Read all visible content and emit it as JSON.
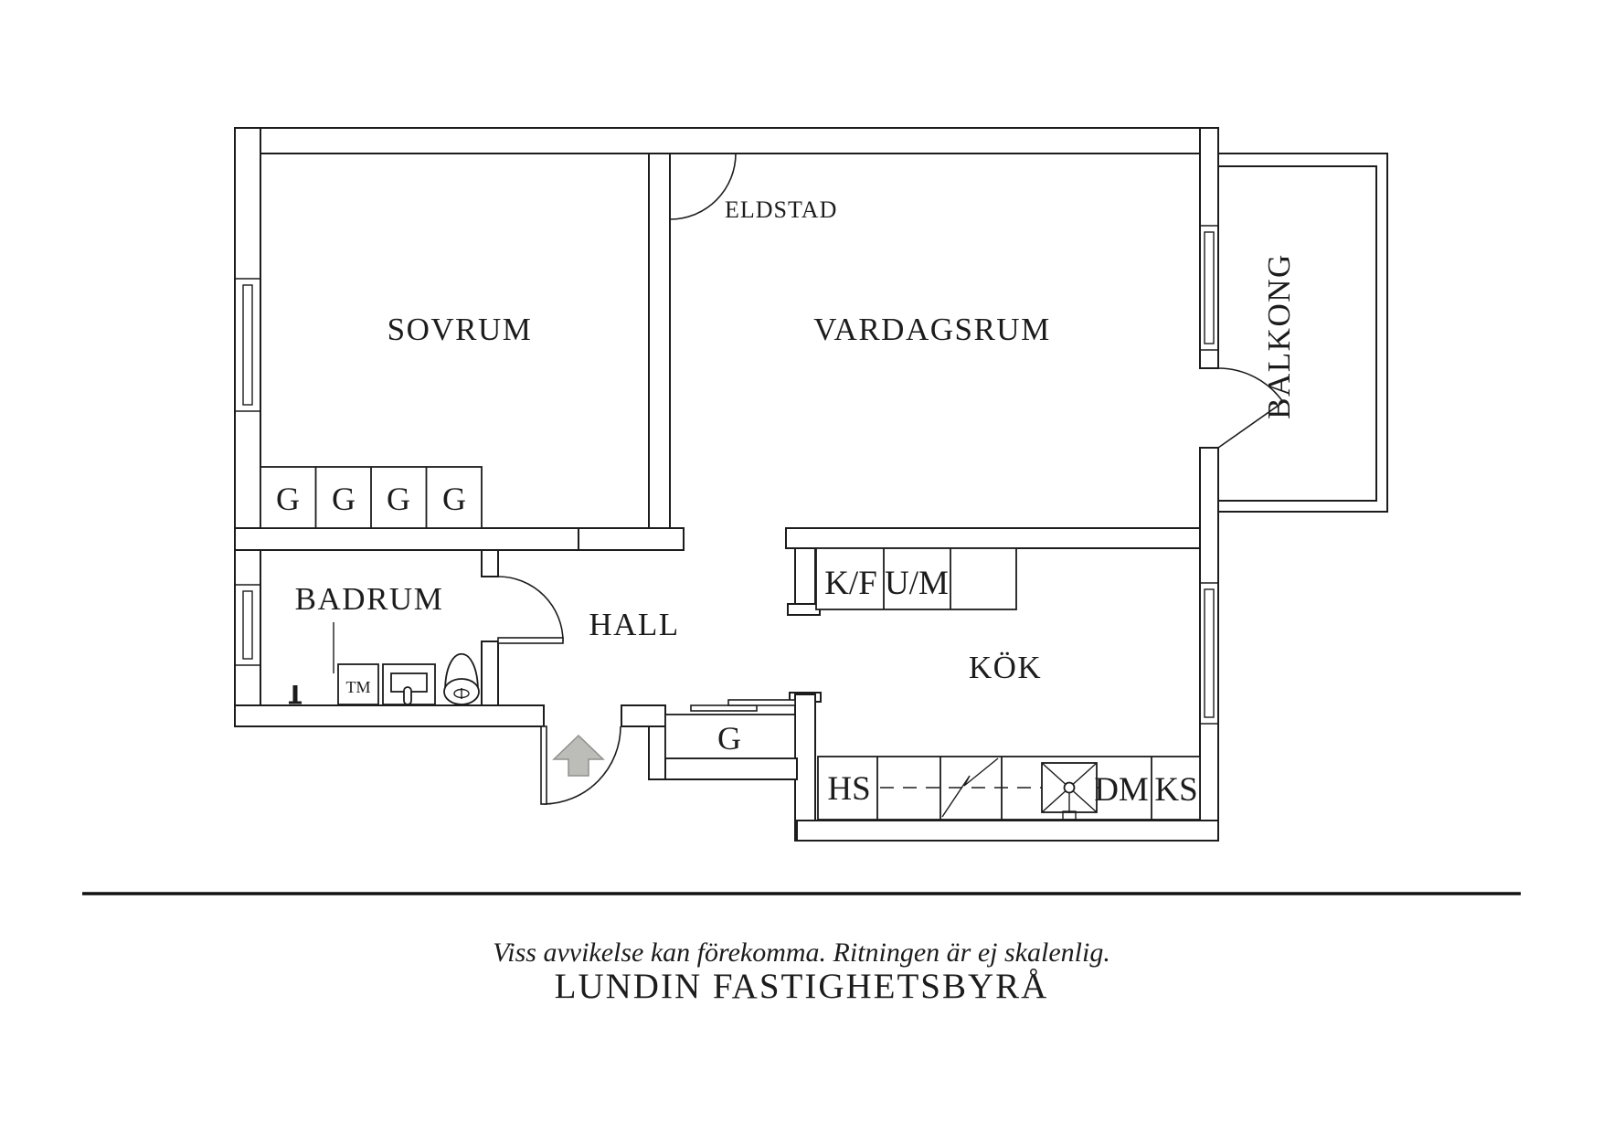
{
  "floorplan": {
    "room_labels": {
      "bedroom": "SOVRUM",
      "living_room": "VARDAGSRUM",
      "balcony": "BALKONG",
      "bathroom": "BADRUM",
      "hall": "HALL",
      "kitchen": "KÖK"
    },
    "annotations": {
      "fireplace": "ELDSTAD"
    },
    "closet_labels": [
      "G",
      "G",
      "G",
      "G"
    ],
    "hall_closet_label": "G",
    "appliance_labels": {
      "washing_machine": "TM",
      "fridge_freezer": "K/F",
      "oven_microwave": "U/M",
      "tall_cabinet": "HS",
      "dishwasher": "DM",
      "refrigerator": "KS"
    },
    "colors": {
      "line": "#1c1c1c",
      "background": "#ffffff",
      "entry_arrow_fill": "#bcbcb8",
      "entry_arrow_stroke": "#90908c"
    }
  },
  "footer": {
    "disclaimer": "Viss avvikelse kan förekomma. Ritningen är ej skalenlig.",
    "brand": "LUNDIN FASTIGHETSBYRÅ"
  }
}
